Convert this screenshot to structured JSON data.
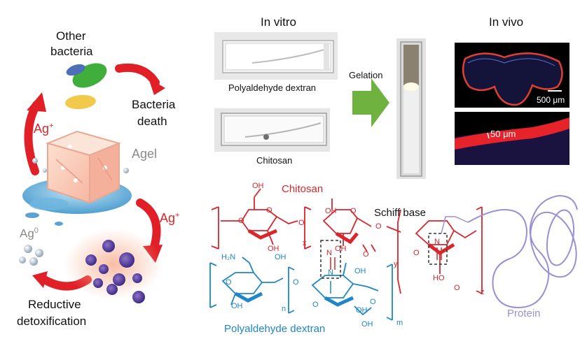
{
  "left_cycle": {
    "other_bacteria": [
      "Other",
      "bacteria"
    ],
    "bacteria_death": [
      "Bacteria",
      "death"
    ],
    "ag_plus_left": "Ag",
    "ag_plus_right": "Ag",
    "plus_sup": "+",
    "agel": "Agel",
    "ag0": "Ag",
    "zero_sup": "0",
    "reductive": [
      "Reductive",
      "detoxification"
    ]
  },
  "in_vitro": {
    "title": "In vitro",
    "tube1_caption": "Polyaldehyde dextran",
    "tube2_caption": "Chitosan",
    "gelation": "Gelation"
  },
  "in_vivo": {
    "title": "In vivo",
    "scale1": "500 μm",
    "scale2": "50 μm"
  },
  "chemistry": {
    "chitosan": "Chitosan",
    "schiff_base": "Schiff base",
    "polyaldehyde_dextran": "Polyaldehyde dextran",
    "protein": "Protein",
    "oh": "OH",
    "o": "O",
    "n": "N",
    "h2n": "H₂N",
    "ho": "HO",
    "x": "x",
    "y": "y",
    "z": "z",
    "n_sub": "n",
    "m_sub": "m"
  },
  "colors": {
    "red": "#d8262c",
    "blue": "#1f86c9",
    "purple": "#9b90d4",
    "arrow_green": "#6fb23f"
  }
}
